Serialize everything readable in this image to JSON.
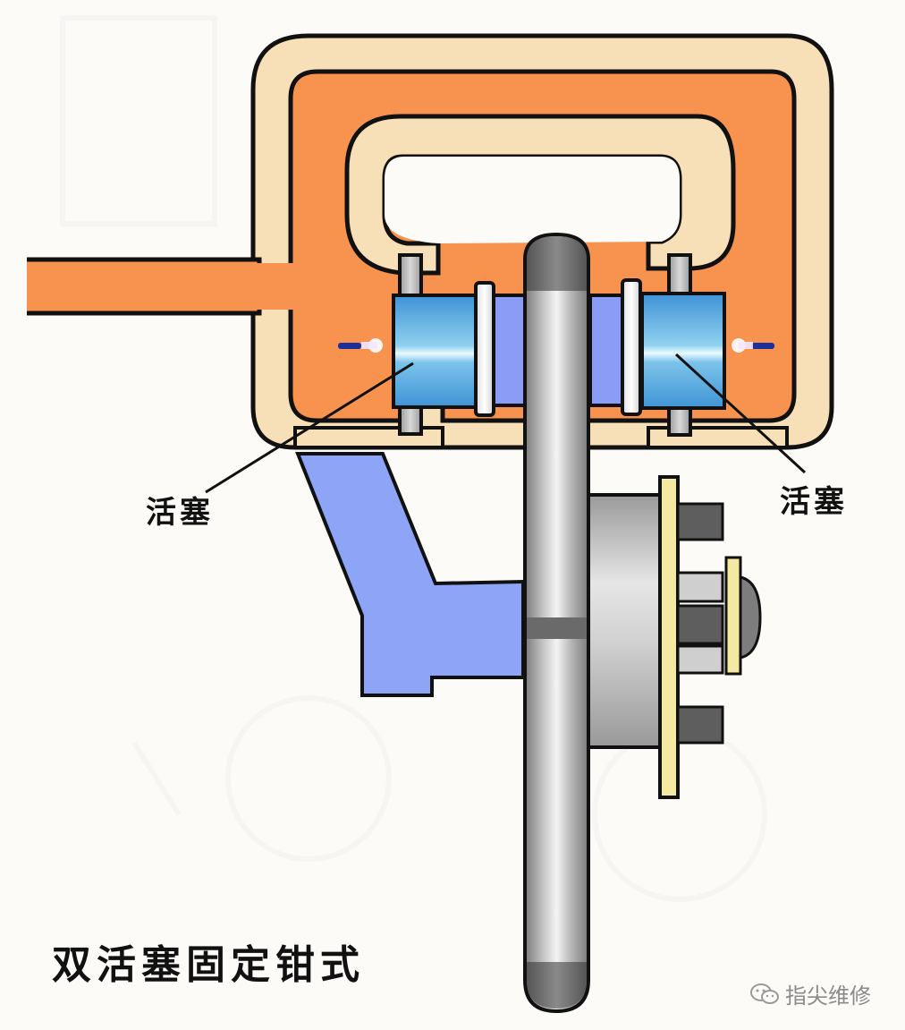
{
  "diagram": {
    "title": "双活塞固定钳式",
    "labels": {
      "piston_left": "活塞",
      "piston_right": "活塞"
    },
    "components": [
      "caliper-body",
      "hydraulic-fluid-passage",
      "piston-left",
      "piston-right",
      "brake-pad-left",
      "brake-pad-right",
      "piston-seal",
      "brake-disc",
      "steering-knuckle-bracket",
      "wheel-hub",
      "hub-flange",
      "wheel-studs",
      "hub-cap"
    ],
    "fluid_direction": "inward",
    "colors": {
      "background": "#fcfbf8",
      "caliper_body": "#f7dfb8",
      "hydraulic_fluid": "#f7924f",
      "piston": "#4aa3dd",
      "brake_pad": "#8a9cf6",
      "bracket": "#8da4f7",
      "disc": "#9a9a9a",
      "hub_flange": "#f3e9a0",
      "outline": "#111111"
    }
  },
  "watermark": {
    "icon": "wechat-icon",
    "text": "指尖维修"
  }
}
